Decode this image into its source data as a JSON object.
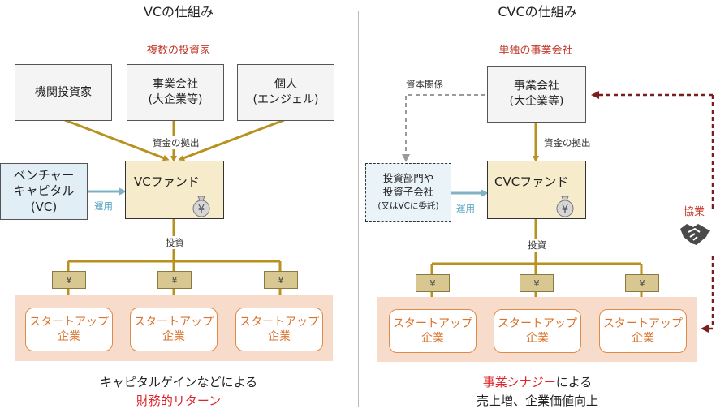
{
  "left": {
    "title": "VCの仕組み",
    "investors_heading": "複数の投資家",
    "investors": [
      "機関投資家",
      "事業会社\n(大企業等)",
      "個人\n(エンジェル)"
    ],
    "funding_label": "資金の拠出",
    "vc_box": "ベンチャー\nキャピタル\n(VC)",
    "manage_label": "運用",
    "fund_label": "VCファンド",
    "invest_label": "投資",
    "startups": [
      "スタートアップ\n企業",
      "スタートアップ\n企業",
      "スタートアップ\n企業"
    ],
    "caption_line1": "キャピタルゲインなどによる",
    "caption_line2": "財務的リターン"
  },
  "right": {
    "title": "CVCの仕組み",
    "company_heading": "単独の事業会社",
    "company": "事業会社\n(大企業等)",
    "capital_label": "資本関係",
    "funding_label": "資金の拠出",
    "dept_main": "投資部門や\n投資子会社",
    "dept_sub": "(又はVCに委託)",
    "manage_label": "運用",
    "fund_label": "CVCファンド",
    "invest_label": "投資",
    "collab_label": "協業",
    "startups": [
      "スタートアップ\n企業",
      "スタートアップ\n企業",
      "スタートアップ\n企業"
    ],
    "caption_red": "事業シナジー",
    "caption_rest": "による",
    "caption_line2": "売上増、企業価値向上"
  },
  "yen_symbol": "¥",
  "colors": {
    "gold_arrow": "#b8911f",
    "teal_arrow": "#7fb3c4",
    "gray_dashed": "#9a9a9a",
    "red_dashed": "#7a1f1f",
    "heading_red": "#c0392b",
    "emphasis_red": "#e0242b",
    "startup_orange": "#d8742e",
    "band_peach": "#f8dccb",
    "fund_cream": "#f6eccb"
  },
  "icons": [
    "money-bag-icon",
    "yen-banknote-icon",
    "handshake-icon"
  ]
}
